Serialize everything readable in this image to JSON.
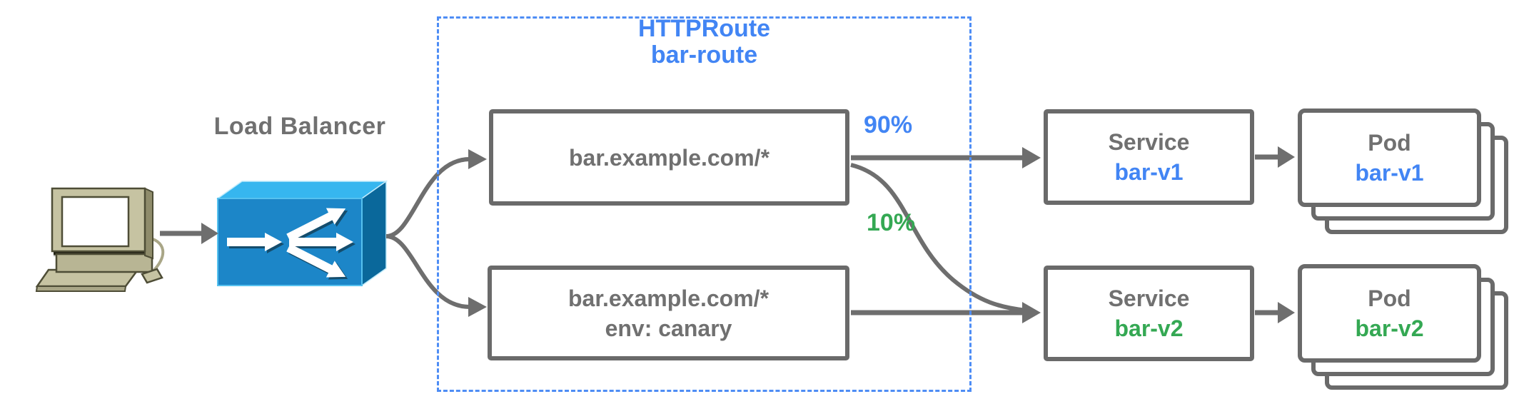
{
  "diagram": {
    "client": {
      "icon": "computer-icon"
    },
    "load_balancer": {
      "label": "Load Balancer",
      "icon": "load-balancer-icon"
    },
    "httproute": {
      "kind": "HTTPRoute",
      "name": "bar-route",
      "rules": [
        {
          "match": "bar.example.com/*"
        },
        {
          "match": "bar.example.com/*",
          "header_match": "env: canary"
        }
      ]
    },
    "traffic_split": {
      "to_bar_v1": "90%",
      "to_bar_v2": "10%"
    },
    "services": [
      {
        "kind": "Service",
        "name": "bar-v1"
      },
      {
        "kind": "Service",
        "name": "bar-v2"
      }
    ],
    "pods": [
      {
        "kind": "Pod",
        "name": "bar-v1"
      },
      {
        "kind": "Pod",
        "name": "bar-v2"
      }
    ],
    "colors": {
      "blue": "#4285F4",
      "green": "#34A853",
      "gray_text": "#707070",
      "border_gray": "#6A6A6A",
      "arrow_gray": "#6E6E6E",
      "dashed_border_blue": "#4E8DF5",
      "lb_front": "#1C86C8",
      "lb_top": "#36B6EF",
      "lb_side": "#0A689B"
    }
  }
}
